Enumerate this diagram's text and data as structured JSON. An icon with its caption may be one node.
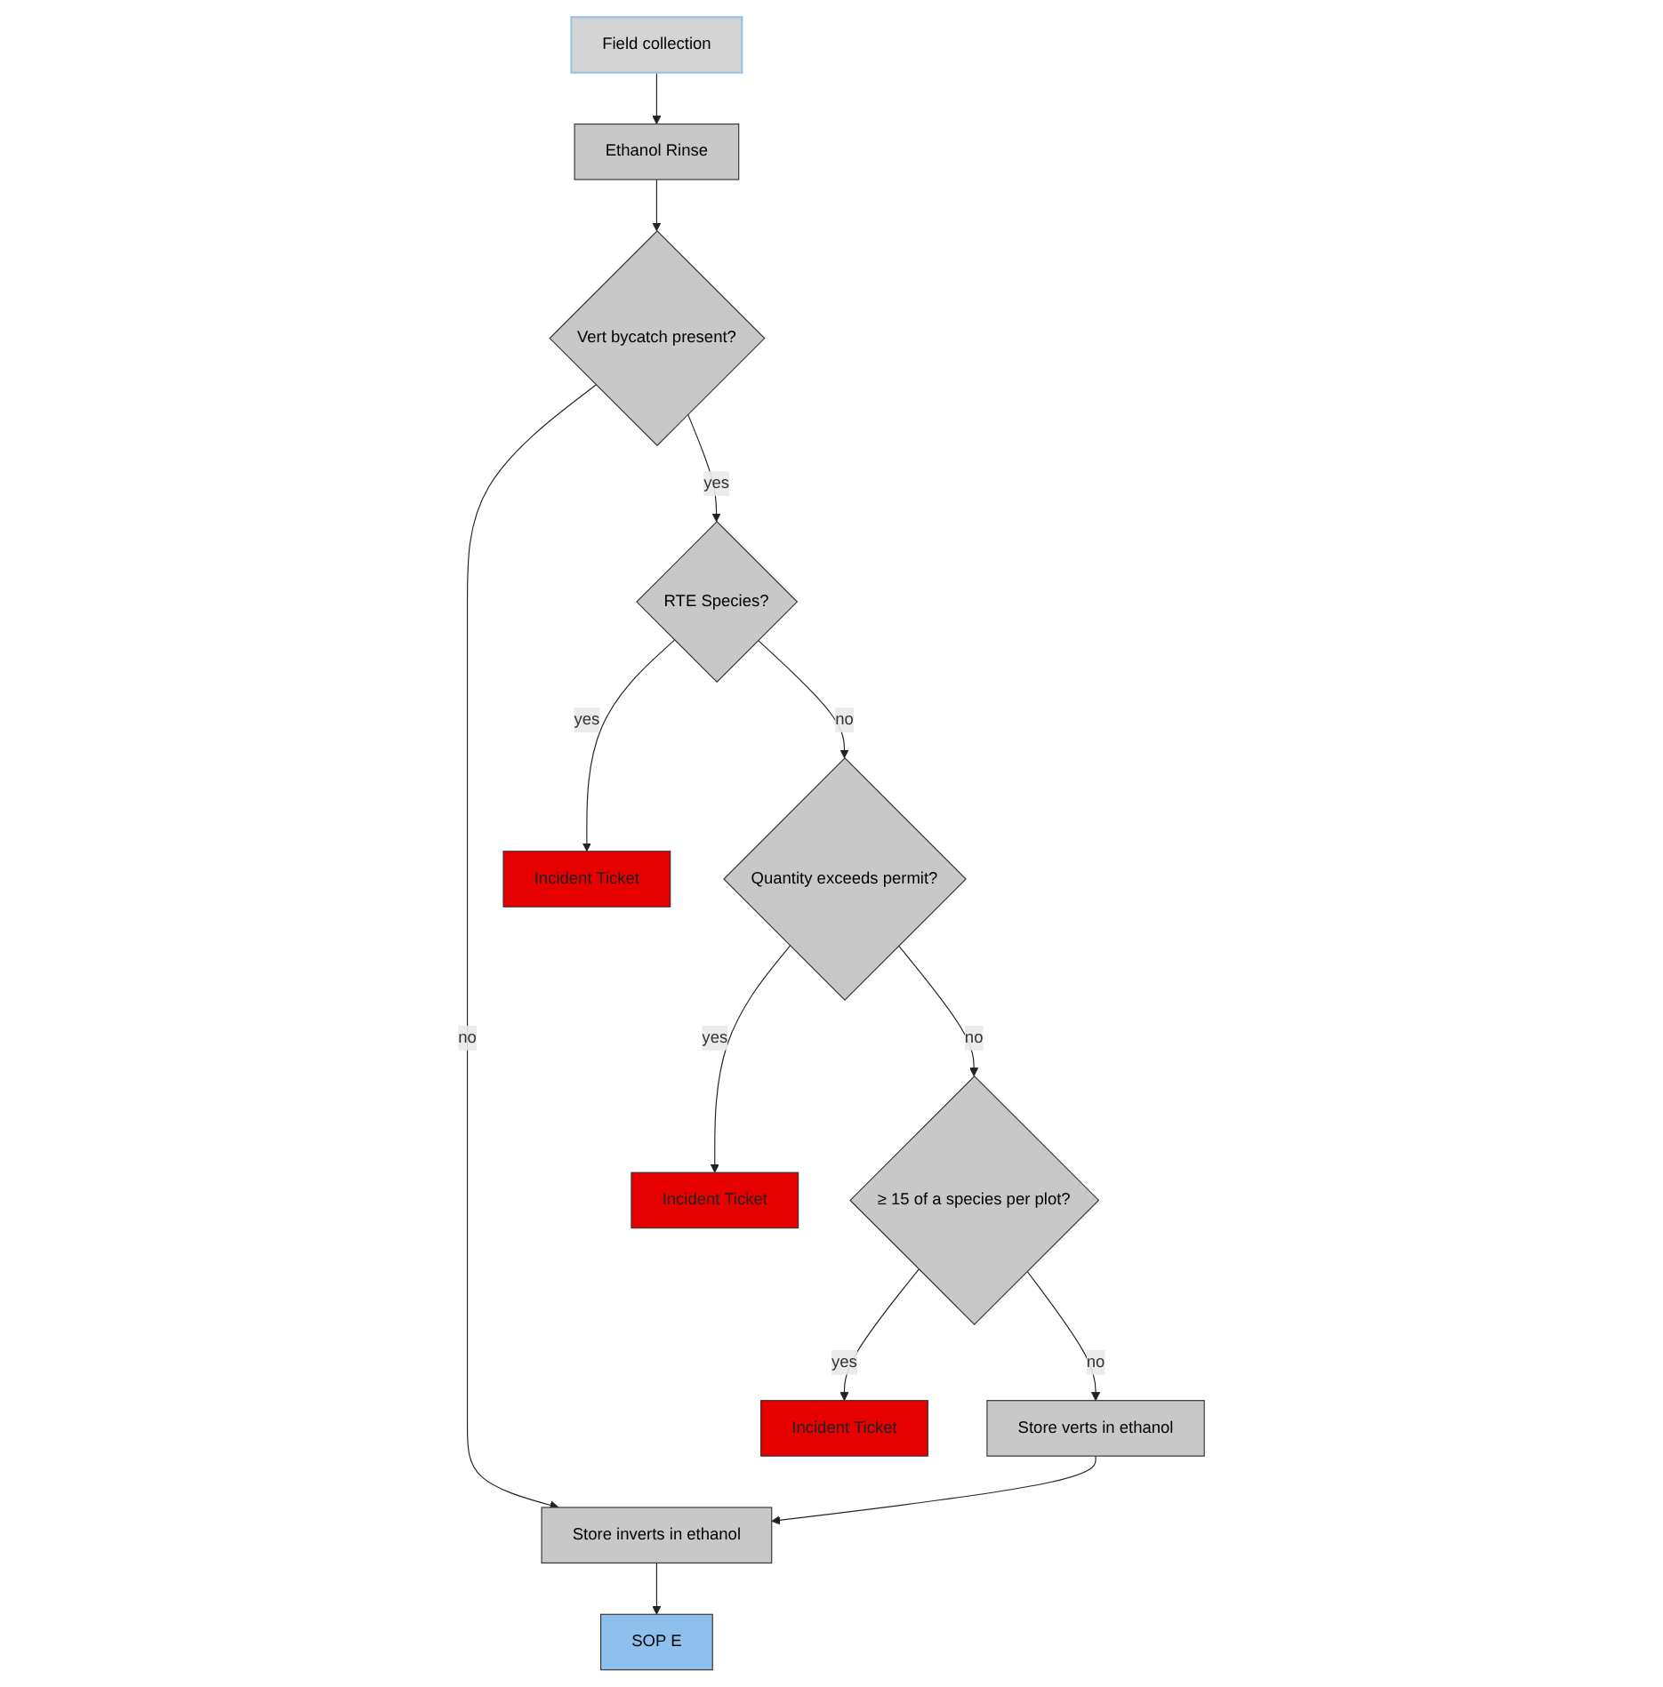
{
  "diagram": {
    "nodes": [
      {
        "text": [
          "Field collection"
        ]
      },
      {
        "text": [
          "Ethanol Rinse"
        ]
      },
      {
        "text": [
          "Vert bycatch present?"
        ]
      },
      {
        "text": [
          "RTE Species?"
        ]
      },
      {
        "text": [
          "Quantity exceeds permit?"
        ]
      },
      {
        "text": [
          "≥ 15 of a species per plot?"
        ]
      },
      {
        "text": [
          "Store verts in ethanol"
        ]
      },
      {
        "text": [
          "Store inverts in ethanol"
        ]
      },
      {
        "text": [
          "SOP E"
        ]
      },
      {
        "text": [
          "Incident Ticket"
        ]
      },
      {
        "text": [
          "Incident Ticket"
        ]
      },
      {
        "text": [
          "Incident Ticket"
        ]
      }
    ],
    "edges": [
      {
        "from": 0,
        "to": 1,
        "arrow": "to"
      },
      {
        "from": 1,
        "to": 2,
        "arrow": "to"
      },
      {
        "from": 2,
        "to": 7,
        "arrow": "to",
        "label": "no"
      },
      {
        "from": 2,
        "to": 3,
        "arrow": "to",
        "label": "yes"
      },
      {
        "from": 3,
        "to": 4,
        "arrow": "to",
        "label": "no"
      },
      {
        "from": 3,
        "to": 9,
        "arrow": "to",
        "label": "yes"
      },
      {
        "from": 4,
        "to": 5,
        "arrow": "to",
        "label": "no"
      },
      {
        "from": 4,
        "to": 10,
        "arrow": "to",
        "label": "yes"
      },
      {
        "from": 5,
        "to": 6,
        "arrow": "to",
        "label": "no"
      },
      {
        "from": 5,
        "to": 11,
        "arrow": "to",
        "label": "yes"
      },
      {
        "from": 6,
        "to": 7,
        "arrow": "to"
      },
      {
        "from": 7,
        "to": 8,
        "arrow": "to"
      }
    ]
  }
}
